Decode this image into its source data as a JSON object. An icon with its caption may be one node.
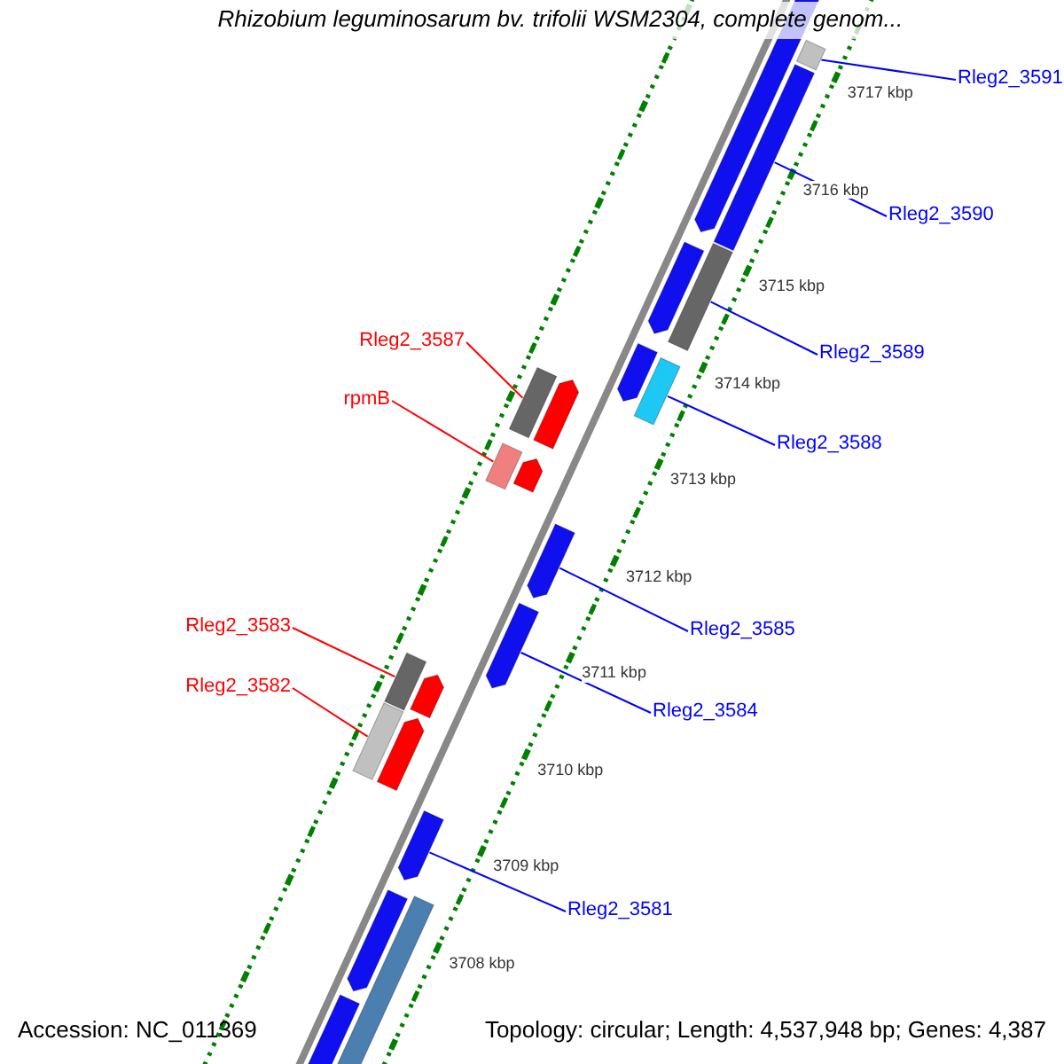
{
  "diagram": {
    "title": "Rhizobium leguminosarum bv. trifolii WSM2304, complete genom...",
    "nodes": [
      {
        "text": [
          "Rleg2_3591"
        ]
      },
      {
        "text": [
          "Rleg2_3590"
        ]
      },
      {
        "text": [
          "Rleg2_3587"
        ]
      },
      {
        "text": [
          "Rleg2_3589"
        ]
      },
      {
        "text": [
          "rpmB"
        ]
      },
      {
        "text": [
          "Rleg2_3588"
        ]
      },
      {
        "text": [
          "Rleg2_3583"
        ]
      },
      {
        "text": [
          "Rleg2_3585"
        ]
      },
      {
        "text": [
          "Rleg2_3582"
        ]
      },
      {
        "text": [
          "Rleg2_3584"
        ]
      },
      {
        "text": [
          "Rleg2_3581"
        ]
      },
      {
        "text": [],
        "shape": "bar"
      },
      {
        "text": [],
        "shape": "bar"
      },
      {
        "text": [],
        "shape": "bar"
      },
      {
        "text": [],
        "shape": "bar"
      },
      {
        "text": [],
        "shape": "bar"
      },
      {
        "text": [],
        "shape": "bar"
      },
      {
        "text": [],
        "shape": "bar"
      },
      {
        "text": [],
        "shape": "bar"
      },
      {
        "text": [],
        "shape": "bar"
      },
      {
        "text": [],
        "shape": "bar"
      },
      {
        "text": [],
        "shape": "bar"
      }
    ],
    "edges": [
      {
        "from": 0,
        "to": 11,
        "arrow": "none"
      },
      {
        "from": 1,
        "to": 12,
        "arrow": "none"
      },
      {
        "from": 2,
        "to": 13,
        "arrow": "none",
        "color": "#ff0000"
      },
      {
        "from": 3,
        "to": 14,
        "arrow": "none"
      },
      {
        "from": 4,
        "to": 15,
        "arrow": "none",
        "color": "#ff0000"
      },
      {
        "from": 5,
        "to": 16,
        "arrow": "none"
      },
      {
        "from": 6,
        "to": 17,
        "arrow": "none",
        "color": "#ff0000"
      },
      {
        "from": 7,
        "to": 18,
        "arrow": "none"
      },
      {
        "from": 8,
        "to": 19,
        "arrow": "none",
        "color": "#ff0000"
      },
      {
        "from": 9,
        "to": 20,
        "arrow": "none"
      },
      {
        "from": 10,
        "to": 21,
        "arrow": "none"
      }
    ],
    "labels": [
      "3717 kbp",
      "3716 kbp",
      "3715 kbp",
      "3714 kbp",
      "3713 kbp",
      "3712 kbp",
      "3711 kbp",
      "3710 kbp",
      "3709 kbp",
      "3708 kbp",
      "Accession: NC_011369",
      "Topology: circular; Length: 4,537,948 bp; Genes: 4,387"
    ]
  }
}
